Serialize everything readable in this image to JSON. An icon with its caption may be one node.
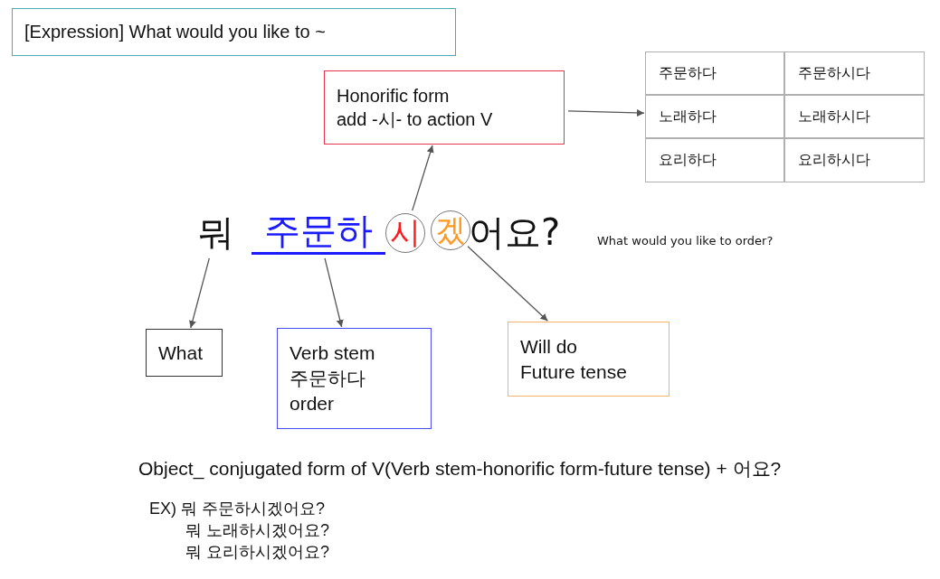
{
  "diagram": {
    "nodes": [
      {
        "text": [
          "[Expression] What would you like to ~"
        ]
      },
      {
        "text": [
          "Honorific form",
          "add -시- to action V"
        ]
      },
      {
        "text": [],
        "shape": "box"
      },
      {
        "text": [
          "주문하다"
        ],
        "in": 2
      },
      {
        "text": [
          "주문하시다"
        ],
        "in": 2
      },
      {
        "text": [
          "노래하다"
        ],
        "in": 2
      },
      {
        "text": [
          "노래하시다"
        ],
        "in": 2
      },
      {
        "text": [
          "요리하다"
        ],
        "in": 2
      },
      {
        "text": [
          "요리하시다"
        ],
        "in": 2
      },
      {
        "text": [
          "뭐"
        ]
      },
      {
        "text": [
          "주문하"
        ]
      },
      {
        "text": [
          "시"
        ]
      },
      {
        "text": [
          "겠"
        ]
      },
      {
        "text": [
          "What"
        ]
      },
      {
        "text": [
          "Verb stem",
          "주문하다",
          "order"
        ]
      },
      {
        "text": [
          "Will do",
          "Future tense"
        ]
      }
    ],
    "edges": [
      {
        "from": 1,
        "to": 2,
        "arrow": "to"
      },
      {
        "from": 11,
        "to": 1,
        "arrow": "to"
      },
      {
        "from": 9,
        "to": 13,
        "arrow": "to"
      },
      {
        "from": 10,
        "to": 14,
        "arrow": "to"
      },
      {
        "from": 12,
        "to": 15,
        "arrow": "to"
      }
    ],
    "labels": [
      "어요?",
      "What would you like to order?",
      "Object_ conjugated form of V(Verb stem-honorific form-future tense) + 어요?",
      "EX) 뭐 주문하시겠어요?",
      "뭐 노래하시겠어요?",
      "뭐 요리하시겠어요?"
    ]
  }
}
